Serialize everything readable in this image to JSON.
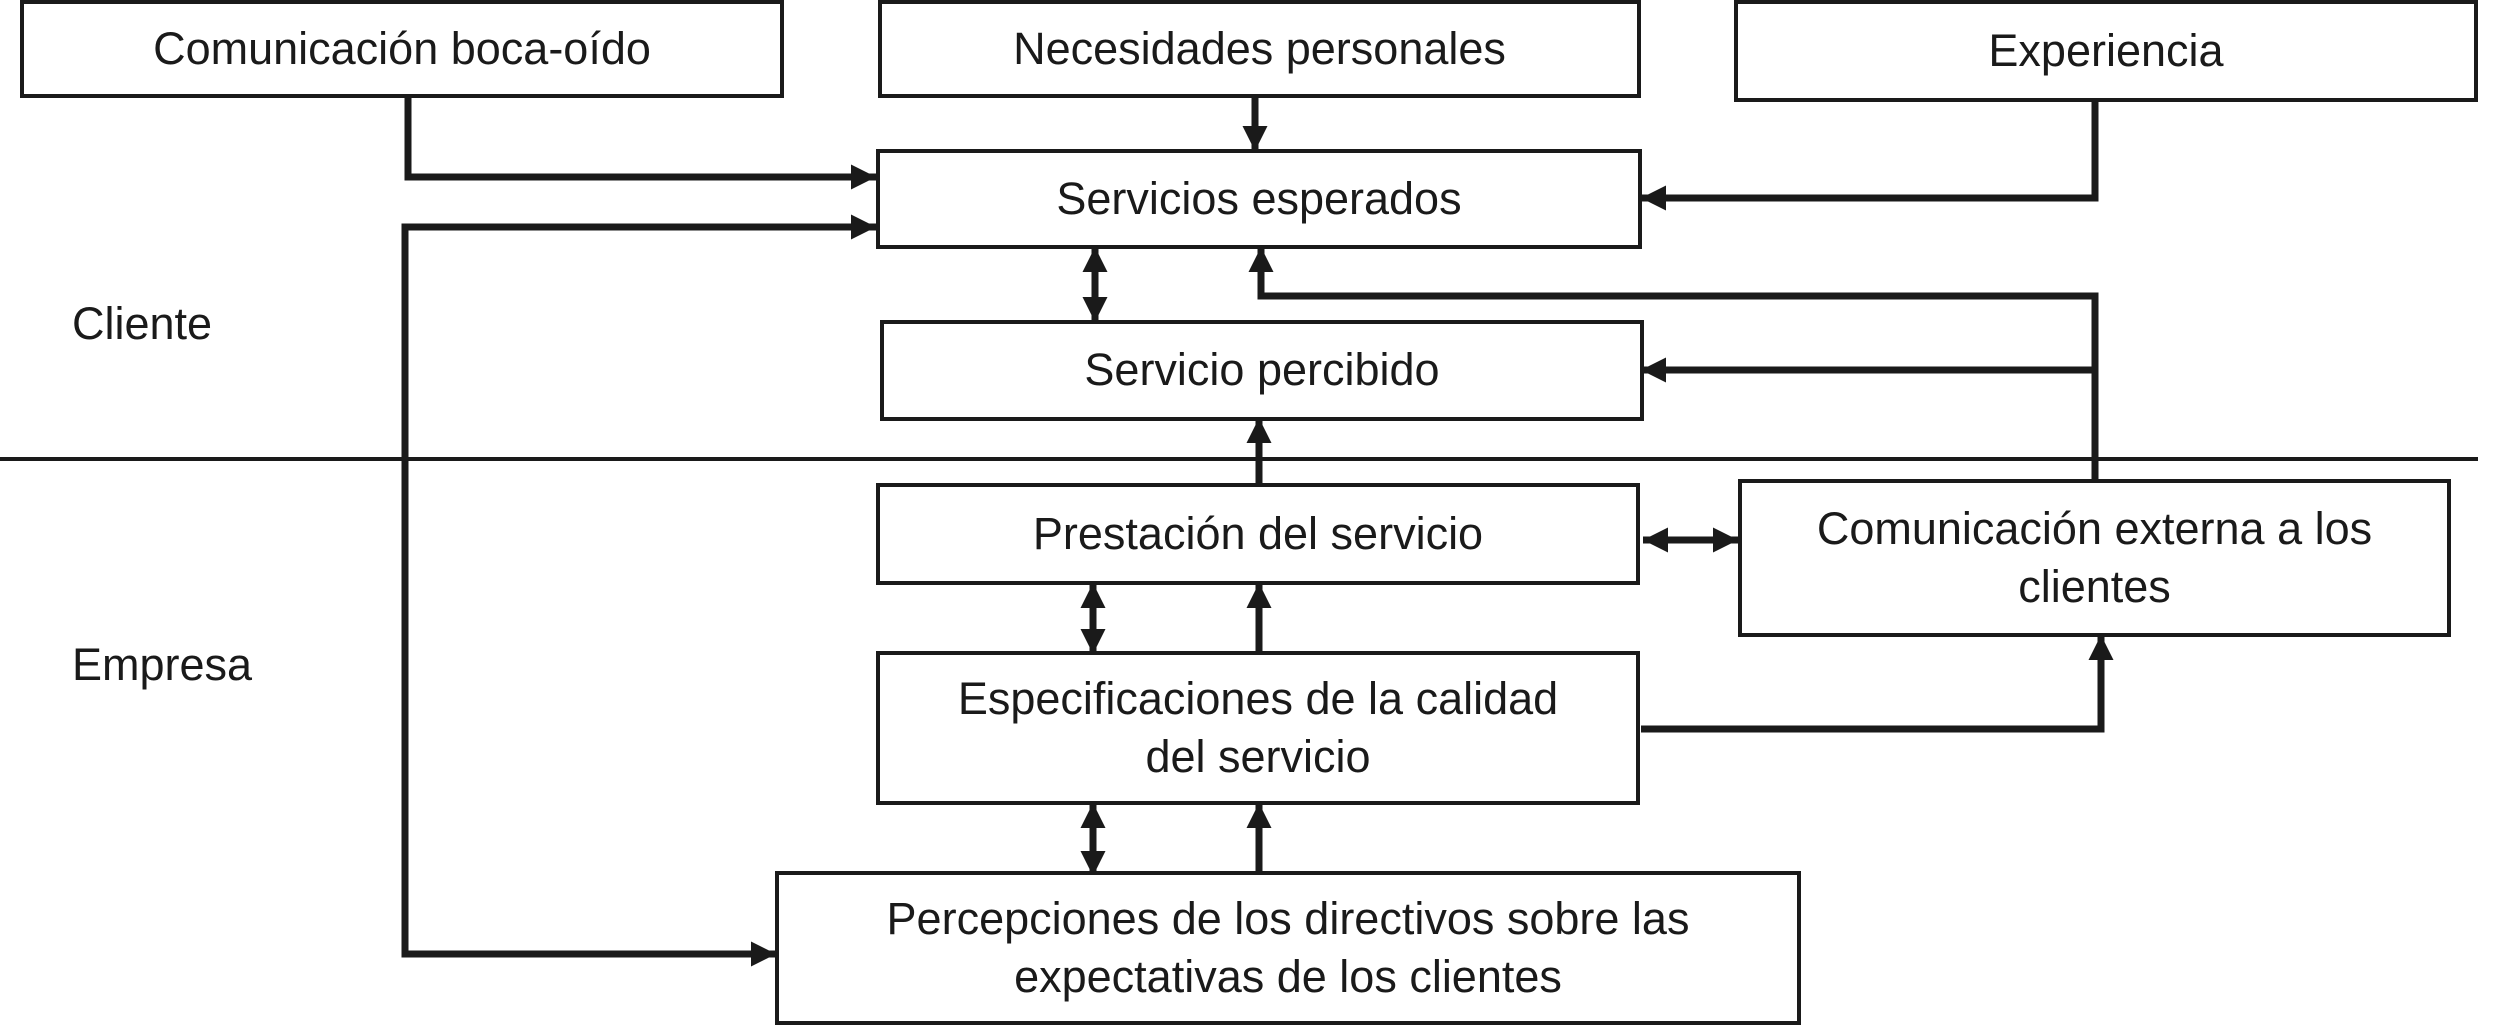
{
  "zones": {
    "cliente": "Cliente",
    "empresa": "Empresa"
  },
  "boxes": {
    "boca_oido": "Comunicación boca-oído",
    "necesidades": "Necesidades personales",
    "experiencia": "Experiencia",
    "servicios_esperados": "Servicios esperados",
    "servicio_percibido": "Servicio percibido",
    "prestacion": "Prestación del servicio",
    "comunicacion_externa": "Comunicación externa a los clientes",
    "especificaciones": "Especificaciones de la calidad del servicio",
    "percepciones": "Percepciones de los directivos sobre las expectativas de los clientes"
  }
}
